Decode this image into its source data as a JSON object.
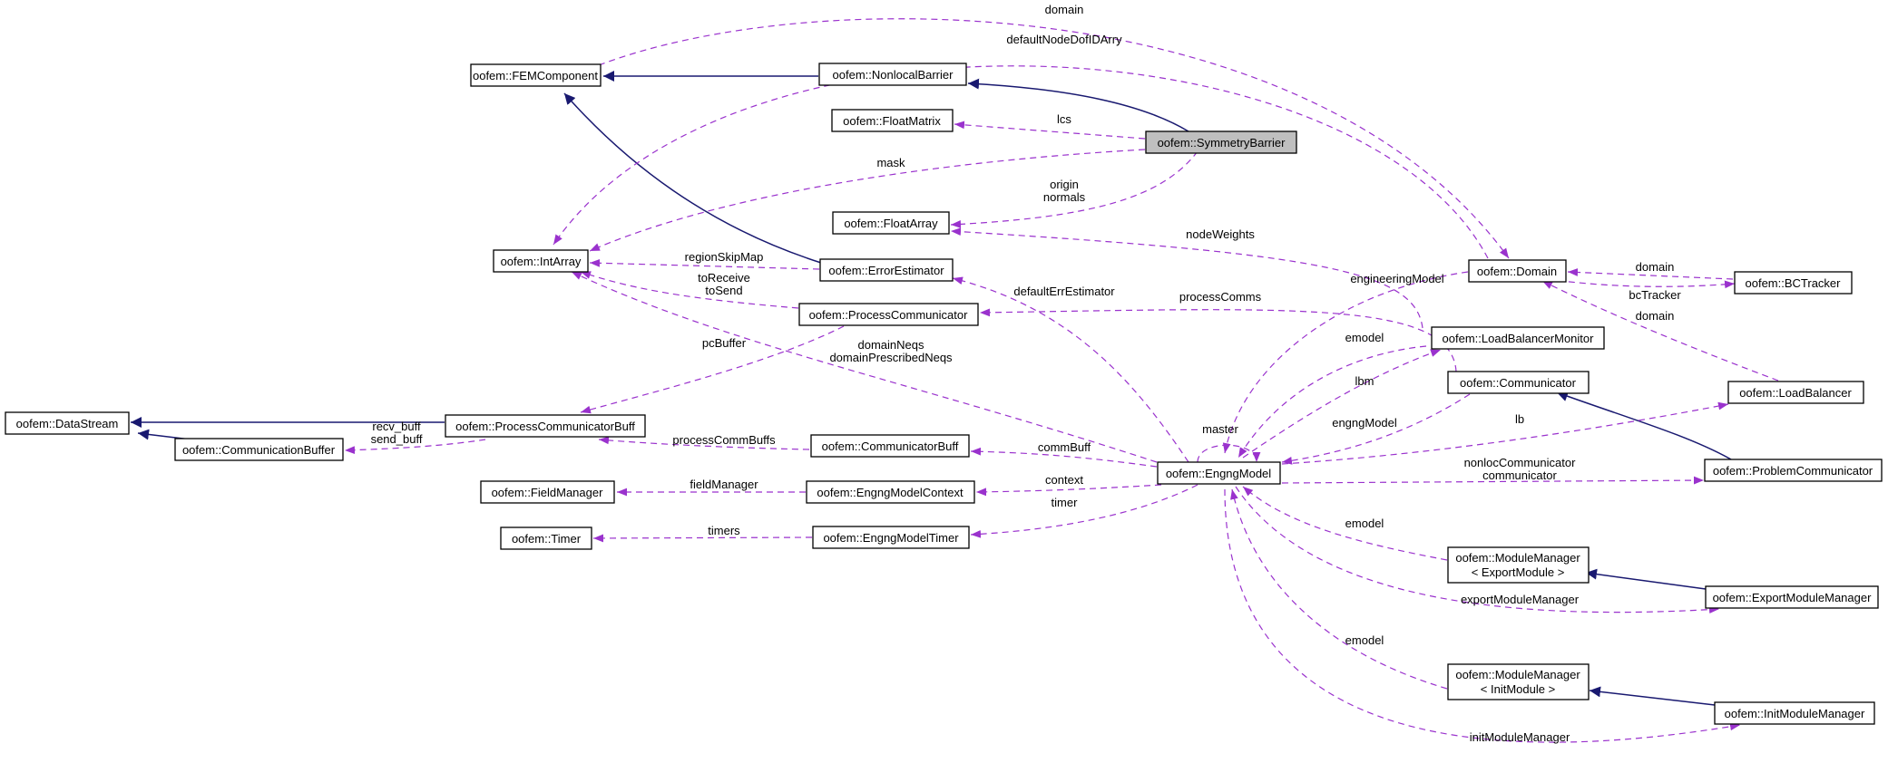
{
  "colors": {
    "inheritance": "#191970",
    "usage": "#9a32cd",
    "focus_fill": "#bfbfbf"
  },
  "nodes": {
    "FEMComponent": "oofem::FEMComponent",
    "NonlocalBarrier": "oofem::NonlocalBarrier",
    "FloatMatrix": "oofem::FloatMatrix",
    "SymmetryBarrier": "oofem::SymmetryBarrier",
    "FloatArray": "oofem::FloatArray",
    "IntArray": "oofem::IntArray",
    "ErrorEstimator": "oofem::ErrorEstimator",
    "ProcessCommunicator": "oofem::ProcessCommunicator",
    "DataStream": "oofem::DataStream",
    "ProcessCommunicatorBuff": "oofem::ProcessCommunicatorBuff",
    "CommunicationBuffer": "oofem::CommunicationBuffer",
    "CommunicatorBuff": "oofem::CommunicatorBuff",
    "FieldManager": "oofem::FieldManager",
    "EngngModelContext": "oofem::EngngModelContext",
    "Timer": "oofem::Timer",
    "EngngModelTimer": "oofem::EngngModelTimer",
    "EngngModel": "oofem::EngngModel",
    "Domain": "oofem::Domain",
    "LoadBalancerMonitor": "oofem::LoadBalancerMonitor",
    "Communicator": "oofem::Communicator",
    "BCTracker": "oofem::BCTracker",
    "LoadBalancer": "oofem::LoadBalancer",
    "ProblemCommunicator": "oofem::ProblemCommunicator",
    "ModuleManagerExport_1": "oofem::ModuleManager",
    "ModuleManagerExport_2": "< ExportModule >",
    "ExportModuleManager": "oofem::ExportModuleManager",
    "ModuleManagerInit_1": "oofem::ModuleManager",
    "ModuleManagerInit_2": "< InitModule >",
    "InitModuleManager": "oofem::InitModuleManager"
  },
  "edge_labels": {
    "domain_top": "domain",
    "defaultNodeDofIDArry": "defaultNodeDofIDArry",
    "lcs": "lcs",
    "mask": "mask",
    "origin": "origin",
    "normals": "normals",
    "nodeWeights": "nodeWeights",
    "regionSkipMap": "regionSkipMap",
    "toReceive": "toReceive",
    "toSend": "toSend",
    "defaultErrEstimator": "defaultErrEstimator",
    "processComms": "processComms",
    "engineeringModel": "engineeringModel",
    "domain_bct": "domain",
    "bcTracker": "bcTracker",
    "domain_lb": "domain",
    "pcBuffer": "pcBuffer",
    "domainNeqs": "domainNeqs",
    "domainPrescribedNeqs": "domainPrescribedNeqs",
    "emodel_lbm": "emodel",
    "lbm": "lbm",
    "engngModel": "engngModel",
    "master": "master",
    "lb": "lb",
    "recv_buff": "recv_buff",
    "send_buff": "send_buff",
    "processCommBuffs": "processCommBuffs",
    "commBuff": "commBuff",
    "fieldManager": "fieldManager",
    "context": "context",
    "nonlocCommunicator": "nonlocCommunicator",
    "communicator": "communicator",
    "timers": "timers",
    "timer": "timer",
    "emodel_export": "emodel",
    "exportModuleManager": "exportModuleManager",
    "emodel_init": "emodel",
    "initModuleManager": "initModuleManager"
  }
}
